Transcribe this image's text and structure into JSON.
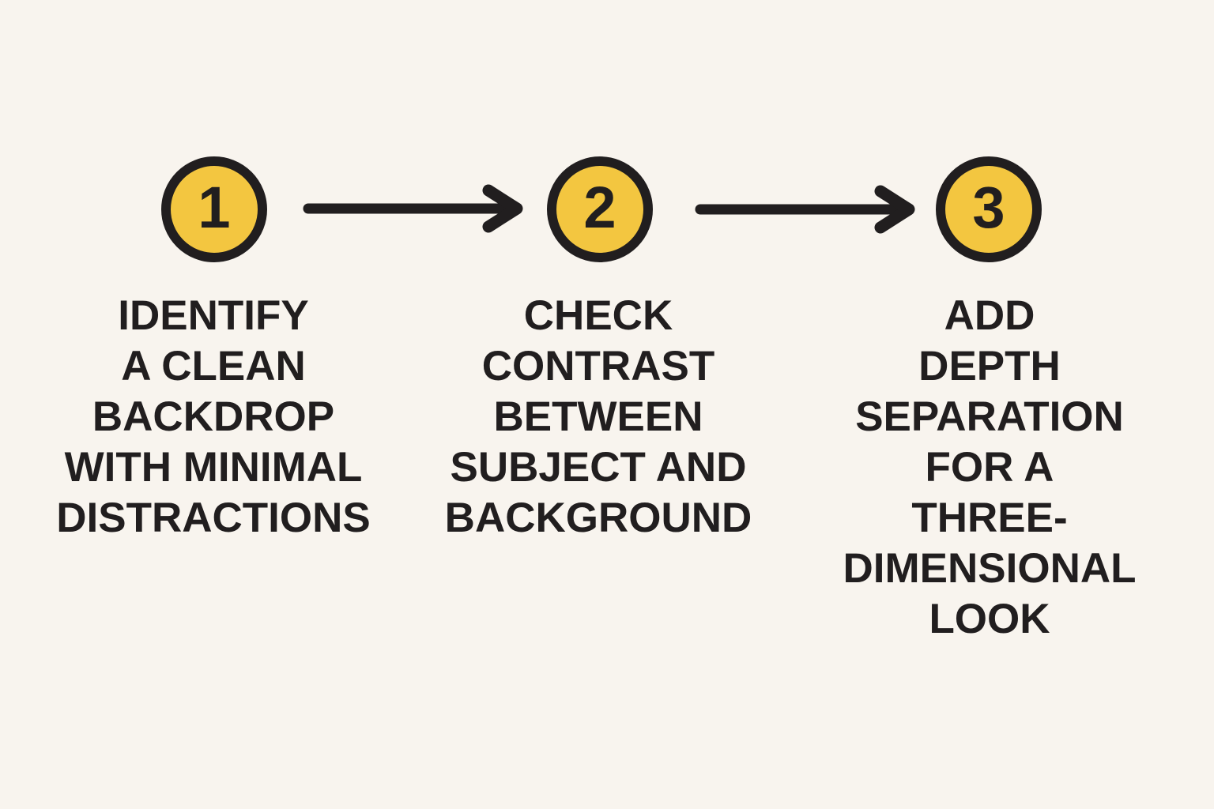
{
  "diagram": {
    "type": "process-flow",
    "background_color": "#f8f4ee",
    "accent_yellow": "#f3c640",
    "ink_color": "#211e1f",
    "steps": [
      {
        "number": "1",
        "label": "IDENTIFY\nA CLEAN\nBACKDROP\nWITH MINIMAL\nDISTRACTIONS"
      },
      {
        "number": "2",
        "label": "CHECK\nCONTRAST\nBETWEEN\nSUBJECT AND\nBACKGROUND"
      },
      {
        "number": "3",
        "label": "ADD\nDEPTH\nSEPARATION\nFOR A\nTHREE-\nDIMENSIONAL\nLOOK"
      }
    ],
    "connectors": [
      {
        "from": "1",
        "to": "2",
        "shape": "right-arrow"
      },
      {
        "from": "2",
        "to": "3",
        "shape": "right-arrow"
      }
    ]
  }
}
